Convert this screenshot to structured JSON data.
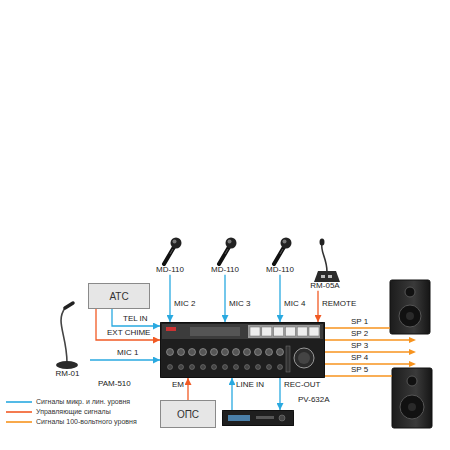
{
  "diagram": {
    "nodes": [
      {
        "text": [
          "MD-110"
        ]
      },
      {
        "text": [
          "MD-110"
        ]
      },
      {
        "text": [
          "MD-110"
        ]
      },
      {
        "text": [
          "RM-05A"
        ]
      },
      {
        "text": [
          "АТС"
        ]
      },
      {
        "text": [
          "RM-01"
        ]
      },
      {
        "text": [
          "PAM-510"
        ]
      },
      {
        "text": [
          "ОПС"
        ]
      },
      {
        "text": [
          "PV-632A"
        ]
      }
    ],
    "edges": [
      {
        "from": 0,
        "to": 6,
        "label": "MIC 2",
        "arrow": "to"
      },
      {
        "from": 1,
        "to": 6,
        "label": "MIC 3",
        "arrow": "to"
      },
      {
        "from": 2,
        "to": 6,
        "label": "MIC 4",
        "arrow": "to"
      },
      {
        "from": 3,
        "to": 6,
        "label": "REMOTE",
        "arrow": "to"
      },
      {
        "from": 4,
        "to": 6,
        "label": "TEL IN",
        "arrow": "to"
      },
      {
        "from": 4,
        "to": 6,
        "label": "EXT CHIME",
        "arrow": "to"
      },
      {
        "from": 5,
        "to": 6,
        "label": "MIC 1",
        "arrow": "to"
      },
      {
        "from": 7,
        "to": 6,
        "label": "EM",
        "arrow": "to"
      },
      {
        "from": 8,
        "to": 6,
        "label": "LINE IN",
        "arrow": "to"
      },
      {
        "from": 6,
        "to": 8,
        "label": "REC-OUT",
        "arrow": "to"
      }
    ],
    "labels": [
      "SP 1",
      "SP 2",
      "SP 3",
      "SP 4",
      "SP 5"
    ],
    "legend": [
      {
        "text": "Сигналы микр. и лин. уровня"
      },
      {
        "text": "Управляющие сигналы"
      },
      {
        "text": "Сигналы 100-вольтного уровня"
      }
    ]
  }
}
